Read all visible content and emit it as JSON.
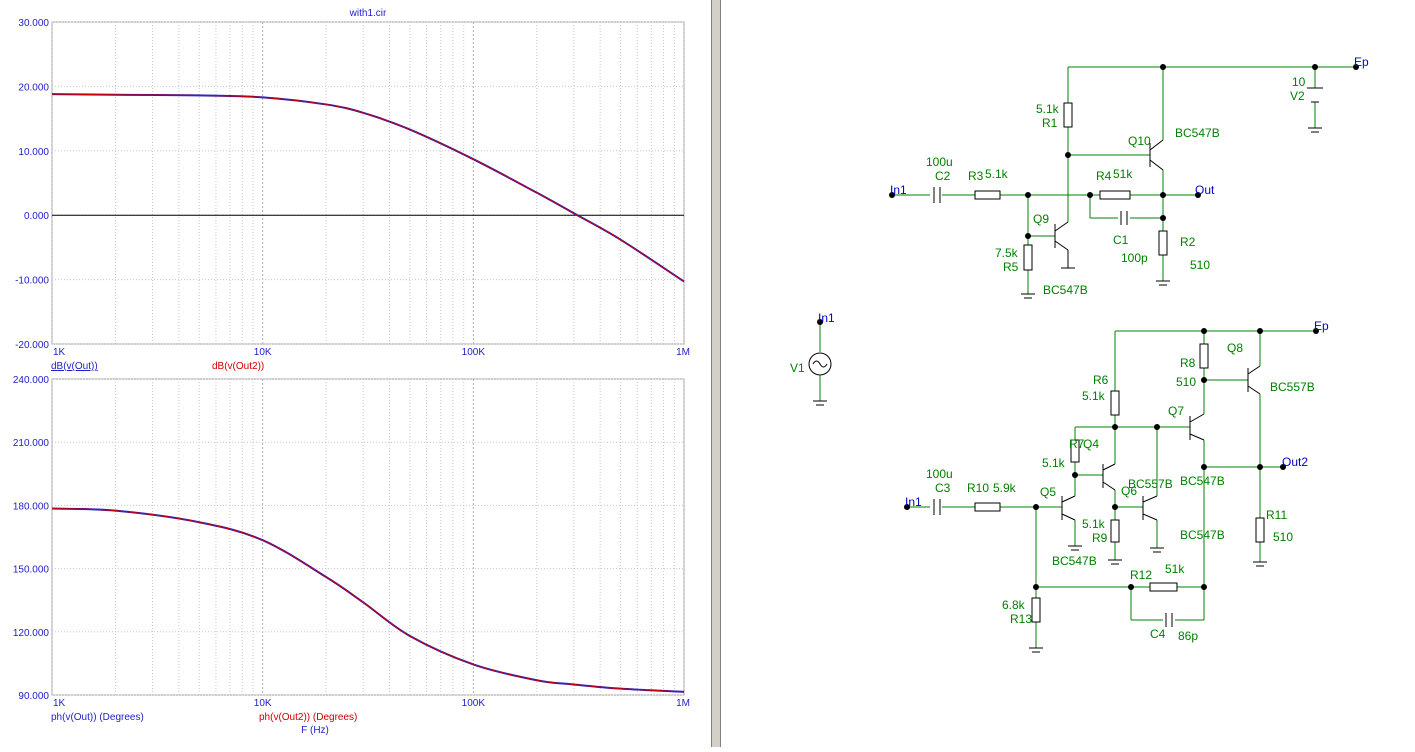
{
  "plot": {
    "title": "with1.cir",
    "top": {
      "y_ticks": [
        "30.000",
        "20.000",
        "10.000",
        "0.000",
        "-10.000",
        "-20.000"
      ],
      "x_ticks": [
        "1K",
        "10K",
        "100K",
        "1M"
      ],
      "legend_a": "dB(v(Out))",
      "legend_b": "dB(v(Out2))"
    },
    "bottom": {
      "y_ticks": [
        "240.000",
        "210.000",
        "180.000",
        "150.000",
        "120.000",
        "90.000"
      ],
      "x_ticks": [
        "1K",
        "10K",
        "100K",
        "1M"
      ],
      "legend_a": "ph(v(Out)) (Degrees)",
      "legend_b": "ph(v(Out2)) (Degrees)",
      "xlabel": "F (Hz)"
    },
    "colors": {
      "series_a": "#1e1ec8",
      "series_b": "#cc0000",
      "axis_text": "#1e1ec8"
    }
  },
  "chart_data": [
    {
      "type": "line",
      "x_scale": "log",
      "xlim": [
        1000,
        1000000
      ],
      "ylim": [
        -20,
        30
      ],
      "series": [
        {
          "name": "dB(v(Out))",
          "x": [
            1000,
            2000,
            5000,
            10000,
            20000,
            30000,
            50000,
            100000,
            200000,
            300000,
            500000,
            1000000
          ],
          "y": [
            18.8,
            18.7,
            18.6,
            18.3,
            17.2,
            15.9,
            13.3,
            8.7,
            3.5,
            0.3,
            -3.8,
            -10.3
          ]
        },
        {
          "name": "dB(v(Out2))",
          "x": [
            1000,
            2000,
            5000,
            10000,
            20000,
            30000,
            50000,
            100000,
            200000,
            300000,
            500000,
            1000000
          ],
          "y": [
            18.8,
            18.7,
            18.6,
            18.3,
            17.2,
            15.9,
            13.3,
            8.7,
            3.5,
            0.3,
            -3.8,
            -10.3
          ]
        }
      ]
    },
    {
      "type": "line",
      "x_scale": "log",
      "xlim": [
        1000,
        1000000
      ],
      "ylim": [
        90,
        240
      ],
      "series": [
        {
          "name": "ph(v(Out)) (Degrees)",
          "x": [
            1000,
            2000,
            5000,
            10000,
            20000,
            30000,
            50000,
            100000,
            200000,
            300000,
            500000,
            1000000
          ],
          "y": [
            178.5,
            177.5,
            172,
            163.5,
            146,
            134,
            118,
            104.5,
            97,
            95,
            93,
            91.5
          ]
        },
        {
          "name": "ph(v(Out2)) (Degrees)",
          "x": [
            1000,
            2000,
            5000,
            10000,
            20000,
            30000,
            50000,
            100000,
            200000,
            300000,
            500000,
            1000000
          ],
          "y": [
            178.5,
            177.5,
            172,
            163.5,
            146,
            134,
            118,
            104.5,
            97,
            95,
            93,
            91.5
          ]
        }
      ]
    }
  ],
  "schematic": {
    "nets": {
      "ep": "Ep",
      "in1": "In1",
      "out": "Out",
      "out2": "Out2"
    },
    "parts": {
      "R1": {
        "name": "R1",
        "value": "5.1k"
      },
      "R2": {
        "name": "R2",
        "value": "510"
      },
      "R3": {
        "name": "R3",
        "value": "5.1k"
      },
      "R4": {
        "name": "R4",
        "value": "51k"
      },
      "R5": {
        "name": "R5",
        "value": "7.5k"
      },
      "C1": {
        "name": "C1",
        "value": "100p"
      },
      "C2": {
        "name": "C2",
        "value": "100u"
      },
      "Q9": {
        "name": "Q9",
        "value": "BC547B"
      },
      "Q10": {
        "name": "Q10",
        "value": "BC547B"
      },
      "V2": {
        "name": "V2",
        "value": "10"
      },
      "V1": {
        "name": "V1"
      },
      "R6": {
        "name": "R6",
        "value": "5.1k"
      },
      "R7": {
        "name": "R7",
        "value": "5.1k"
      },
      "R8": {
        "name": "R8",
        "value": "510"
      },
      "R9": {
        "name": "R9",
        "value": "5.1k"
      },
      "R10": {
        "name": "R10",
        "value": "5.9k"
      },
      "R11": {
        "name": "R11",
        "value": "510"
      },
      "R12": {
        "name": "R12",
        "value": "51k"
      },
      "R13": {
        "name": "R13",
        "value": "6.8k"
      },
      "C3": {
        "name": "C3",
        "value": "100u"
      },
      "C4": {
        "name": "C4",
        "value": "86p"
      },
      "Q4": {
        "name": "Q4",
        "value": "BC557B"
      },
      "Q5": {
        "name": "Q5",
        "value": "BC547B"
      },
      "Q6": {
        "name": "Q6",
        "value": "BC547B"
      },
      "Q7": {
        "name": "Q7",
        "value": "BC547B"
      },
      "Q8": {
        "name": "Q8",
        "value": "BC557B"
      }
    }
  }
}
